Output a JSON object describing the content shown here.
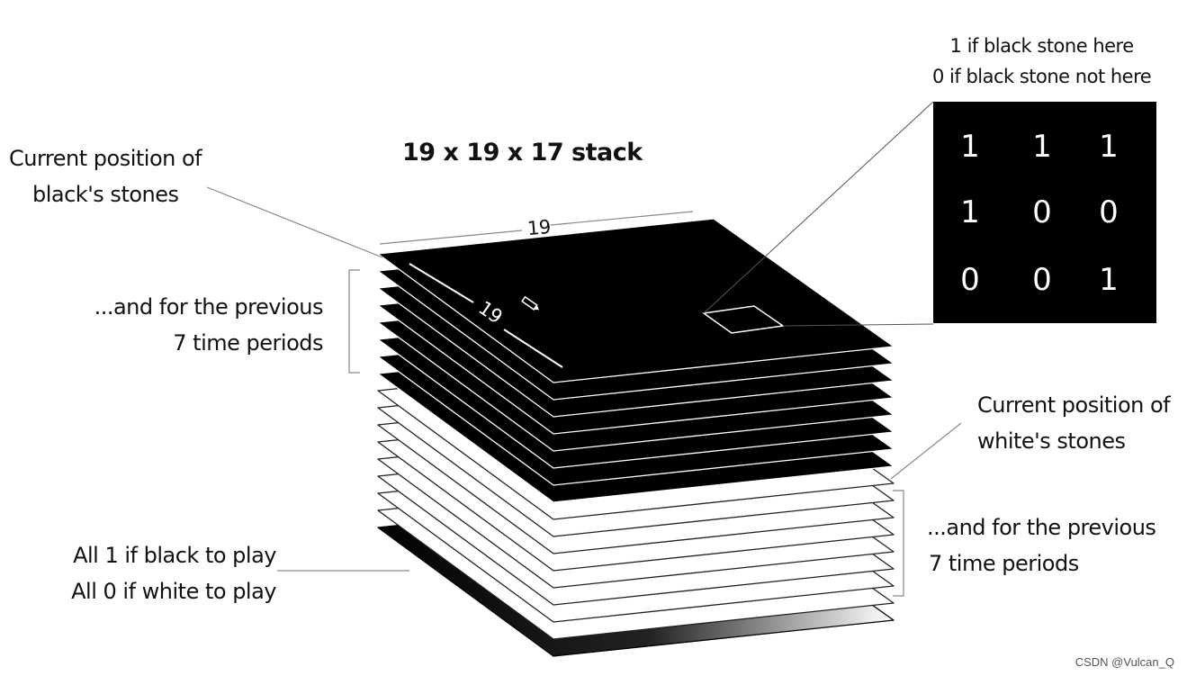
{
  "title": "19 x 19 x 17 stack",
  "dims": {
    "top_edge": "19",
    "side_edge": "19"
  },
  "labels": {
    "black_current": [
      "Current position of",
      "black's stones"
    ],
    "black_previous": [
      "...and for the previous",
      "7 time periods"
    ],
    "white_current": [
      "Current position of",
      "white's stones"
    ],
    "white_previous": [
      "...and for the previous",
      "7 time periods"
    ],
    "to_play": [
      "All 1 if black to play",
      "All 0 if white to play"
    ],
    "zoom_caption": [
      "1 if black stone here",
      "0 if black stone not here"
    ]
  },
  "zoom_grid": [
    [
      "1",
      "1",
      "1"
    ],
    [
      "1",
      "0",
      "0"
    ],
    [
      "0",
      "0",
      "1"
    ]
  ],
  "layers": {
    "black_planes": 8,
    "white_planes": 8,
    "color_plane": 1
  },
  "watermark": "CSDN @Vulcan_Q"
}
